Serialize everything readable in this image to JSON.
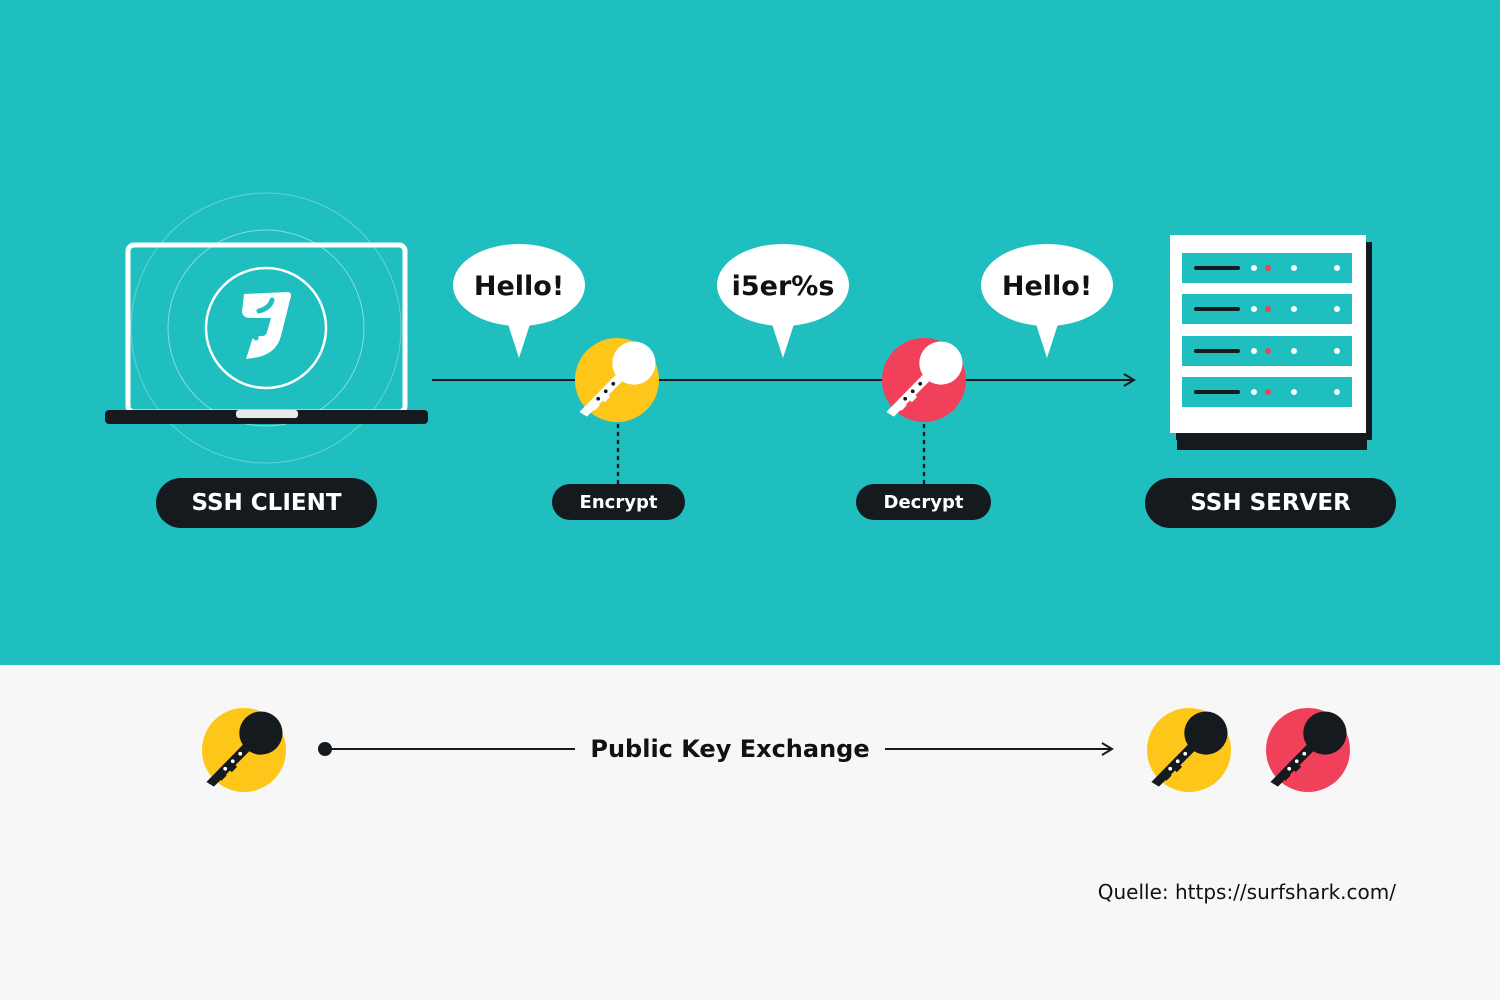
{
  "client": {
    "label": "SSH CLIENT",
    "logo": "surfshark-logo-icon"
  },
  "server": {
    "label": "SSH SERVER"
  },
  "bubbles": [
    {
      "text": "Hello!"
    },
    {
      "text": "i5er%s"
    },
    {
      "text": "Hello!"
    }
  ],
  "steps": [
    {
      "label": "Encrypt",
      "icon": "key-icon",
      "color": "#ffc61a"
    },
    {
      "label": "Decrypt",
      "icon": "key-icon",
      "color": "#f1405a"
    }
  ],
  "exchange": {
    "label": "Public Key Exchange"
  },
  "source": {
    "text": "Quelle: https://surfshark.com/"
  },
  "colors": {
    "teal": "#20bfbf",
    "dark": "#151a1f",
    "yellow": "#ffc61a",
    "red": "#f1405a",
    "light": "#f7f7f7"
  }
}
